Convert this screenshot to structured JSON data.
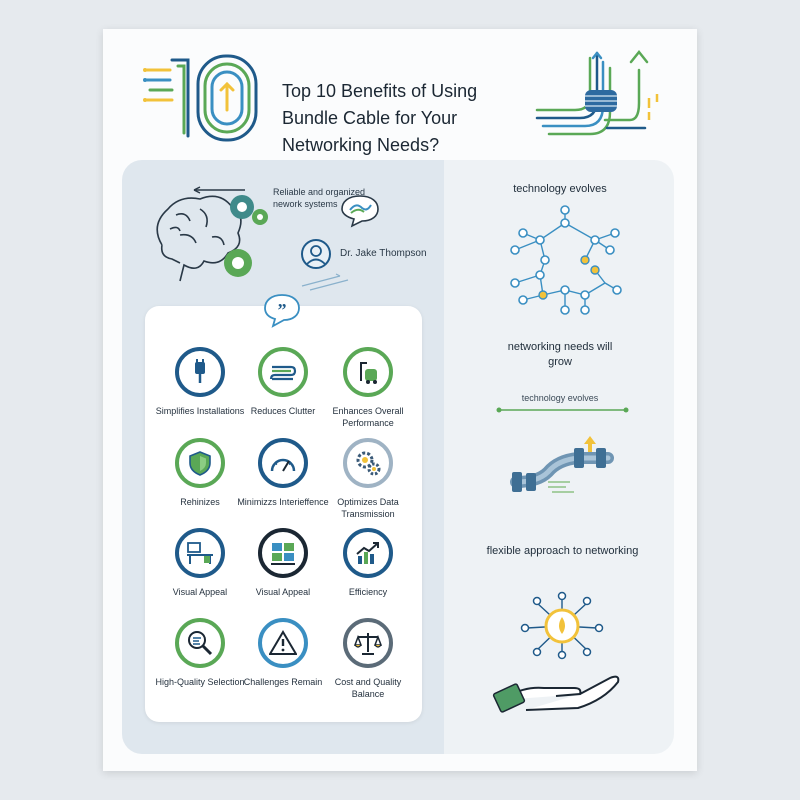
{
  "title": "Top 10 Benefits of Using Bundle Cable for Your Networking Needs?",
  "left": {
    "reliable_text": "Reliable and organized nework systems",
    "author": "Dr. Jake Thompson"
  },
  "benefits": [
    {
      "label": "Simplifies Installations",
      "icon": "plug-icon",
      "color": "#1f5a8a"
    },
    {
      "label": "Reduces Clutter",
      "icon": "cable-coil-icon",
      "color": "#5aa856"
    },
    {
      "label": "Enhances Overall Performance",
      "icon": "vacuum-icon",
      "color": "#5aa856"
    },
    {
      "label": "Rehinizes",
      "icon": "shield-icon",
      "color": "#5aa856"
    },
    {
      "label": "Minimizzs Interieffence",
      "icon": "gauge-icon",
      "color": "#1f5a8a"
    },
    {
      "label": "Optimizes Data Transmission",
      "icon": "gears-icon",
      "color": "#9fb3c4"
    },
    {
      "label": "Visual Appeal",
      "icon": "desk-icon",
      "color": "#1f5a8a"
    },
    {
      "label": "Visual Appeal",
      "icon": "server-rack-icon",
      "color": "#1b2733"
    },
    {
      "label": "Efficiency",
      "icon": "growth-chart-icon",
      "color": "#1f5a8a"
    },
    {
      "label": "High-Quality Selection",
      "icon": "magnifier-icon",
      "color": "#5aa856"
    },
    {
      "label": "Challenges Remain",
      "icon": "warning-icon",
      "color": "#3a8fc2"
    },
    {
      "label": "Cost and Quality Balance",
      "icon": "scales-icon",
      "color": "#5b6b78"
    }
  ],
  "right": {
    "tech_evolves": "technology evolves",
    "networking_needs": "networking needs will grow",
    "tech_evolves_small": "technology evolves",
    "flexible": "flexible approach to networking"
  },
  "colors": {
    "navy": "#1f5a8a",
    "green": "#5aa856",
    "teal": "#3a8fc2",
    "yellow": "#f2c23a"
  }
}
